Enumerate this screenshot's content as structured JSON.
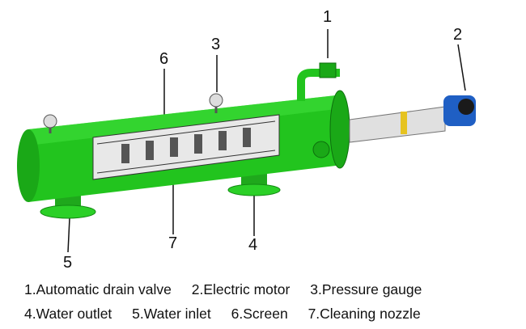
{
  "callouts": [
    "1",
    "2",
    "3",
    "4",
    "5",
    "6",
    "7"
  ],
  "legend": {
    "row1": [
      "1.Automatic drain valve",
      "2.Electric motor",
      "3.Pressure gauge"
    ],
    "row2": [
      "4.Water outlet",
      "5.Water inlet",
      "6.Screen",
      "7.Cleaning nozzle"
    ]
  },
  "colors": {
    "body": "#22c41e",
    "dark": "#128a12",
    "motor": "#1f5fc4"
  }
}
